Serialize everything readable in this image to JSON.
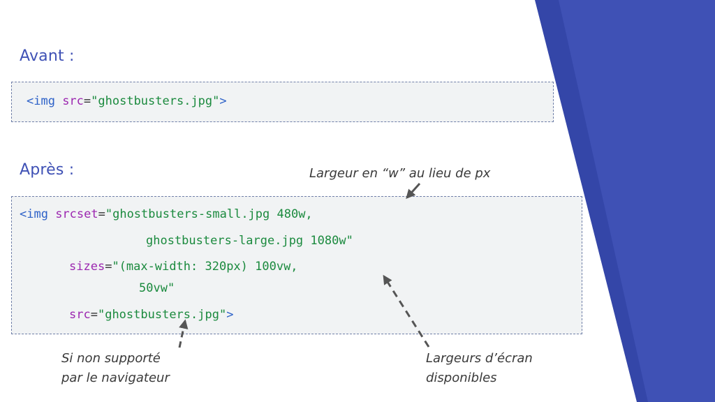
{
  "headings": {
    "avant": "Avant :",
    "apres": "Après :"
  },
  "code_avant": {
    "line1": {
      "open": "<img ",
      "attr": "src",
      "eq": "=",
      "str": "\"ghostbusters.jpg\"",
      "close": ">"
    }
  },
  "code_apres": {
    "line1": {
      "open": "<img ",
      "attr": "srcset",
      "eq": "=",
      "str": "\"ghostbusters-small.jpg 480w,"
    },
    "line2": {
      "str": "ghostbusters-large.jpg 1080w\""
    },
    "line3": {
      "attr": "sizes",
      "eq": "=",
      "str": "\"(max-width: 320px) 100vw,"
    },
    "line4": {
      "str": "50vw\""
    },
    "line5": {
      "attr": "src",
      "eq": "=",
      "str": "\"ghostbusters.jpg\"",
      "close": ">"
    }
  },
  "annotations": {
    "largeur_w": "Largeur en “w” au lieu de px",
    "non_supporte_1": "Si non supporté",
    "non_supporte_2": "par le navigateur",
    "largeurs_ecran_1": "Largeurs d’écran",
    "largeurs_ecran_2": "disponibles"
  },
  "colors": {
    "accent": "#3f51b5",
    "stripe_dark": "#3446a8",
    "tag": "#2d61c8",
    "attribute": "#9c27b0",
    "string": "#1b8a3e",
    "code_background": "#f1f3f4",
    "arrow": "#555555"
  }
}
